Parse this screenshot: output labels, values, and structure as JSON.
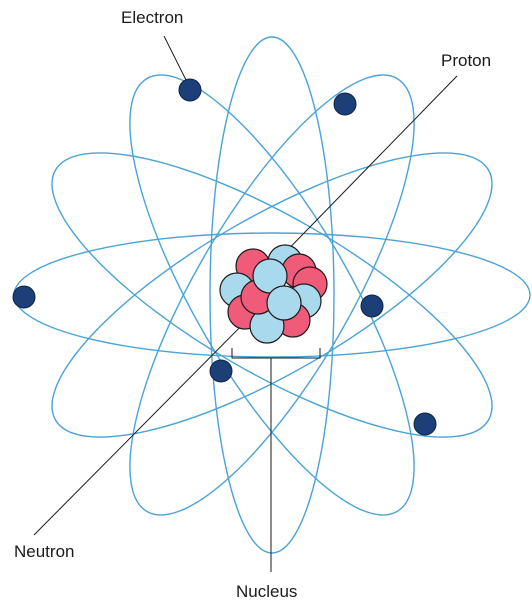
{
  "labels": {
    "electron": "Electron",
    "proton": "Proton",
    "neutron": "Neutron",
    "nucleus": "Nucleus"
  },
  "colors": {
    "orbit": "#4aa3d6",
    "electron": "#1c3f77",
    "proton": "#ef5b78",
    "neutron": "#a9d9ec",
    "particle_outline": "#1a1a1a",
    "leader_line": "#1a1a1a"
  }
}
